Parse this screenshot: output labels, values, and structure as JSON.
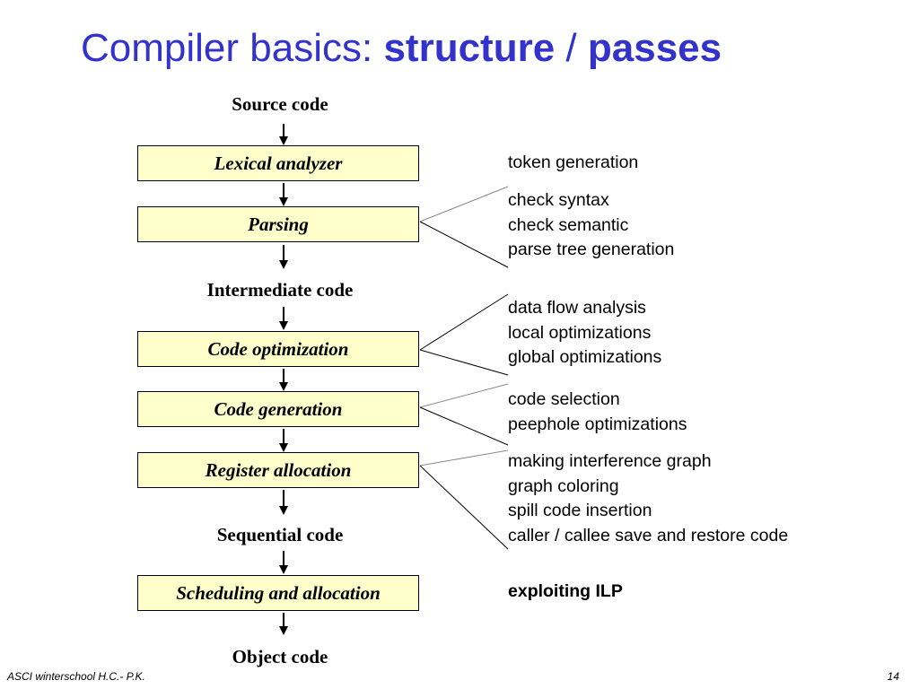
{
  "title": {
    "prefix": "Compiler basics:",
    "word1": "structure",
    "separator": "/",
    "word2": "passes",
    "color": "#3333cc"
  },
  "stages": {
    "source": "Source code",
    "intermediate": "Intermediate code",
    "sequential": "Sequential code",
    "object": "Object code"
  },
  "passes": [
    {
      "label": "Lexical analyzer"
    },
    {
      "label": "Parsing"
    },
    {
      "label": "Code optimization"
    },
    {
      "label": "Code generation"
    },
    {
      "label": "Register allocation"
    },
    {
      "label": "Scheduling and allocation"
    }
  ],
  "descriptions": [
    {
      "lines": [
        "token generation"
      ]
    },
    {
      "lines": [
        "check syntax",
        "check semantic",
        "parse tree generation"
      ]
    },
    {
      "lines": [
        "data flow analysis",
        "local optimizations",
        "global optimizations"
      ]
    },
    {
      "lines": [
        "code selection",
        "peephole optimizations"
      ]
    },
    {
      "lines": [
        "making interference graph",
        "graph coloring",
        "spill code insertion",
        "caller / callee save and restore code"
      ]
    },
    {
      "lines": [
        "exploiting ILP"
      ]
    }
  ],
  "footer": {
    "left": "ASCI winterschool  H.C.- P.K.",
    "page": "14"
  },
  "colors": {
    "box_fill": "#ffffcc",
    "title_blue": "#3333cc"
  }
}
